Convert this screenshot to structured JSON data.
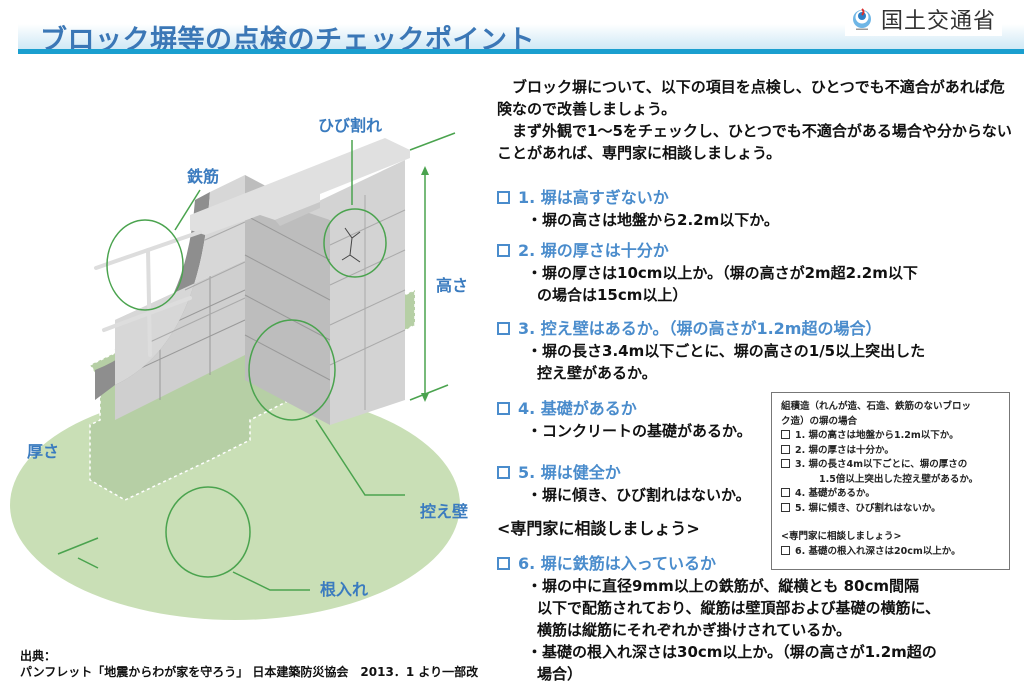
{
  "header": {
    "title": "ブロック塀等の点検のチェックポイント",
    "ministry_name": "国土交通省",
    "colors": {
      "title": "#3b77b6",
      "underline": "#1a9fcf",
      "accent": "#4a8ccc"
    }
  },
  "illustration": {
    "labels": {
      "rebar": "鉄筋",
      "crack": "ひび割れ",
      "height": "高さ",
      "thickness": "厚さ",
      "buttress": "控え壁",
      "embedment": "根入れ"
    }
  },
  "intro": {
    "para1": "ブロック塀について、以下の項目を点検し、ひとつでも不適合があれば危険なので改善しましょう。",
    "para2": "まず外観で1～5をチェックし、ひとつでも不適合がある場合や分からないことがあれば、専門家に相談しましょう。"
  },
  "checklist": [
    {
      "head": "1. 塀は高すぎないか",
      "bullets": [
        {
          "line1": "・塀の高さは地盤から2.2m以下か。",
          "line2": ""
        }
      ]
    },
    {
      "head": "2. 塀の厚さは十分か",
      "bullets": [
        {
          "line1": "・塀の厚さは10cm以上か。（塀の高さが2m超2.2m以下",
          "line2": "の場合は15cm以上）"
        }
      ]
    },
    {
      "head": "3. 控え壁はあるか。（塀の高さが1.2m超の場合）",
      "bullets": [
        {
          "line1": "・塀の長さ3.4m以下ごとに、塀の高さの1/5以上突出した",
          "line2": "控え壁があるか。"
        }
      ]
    },
    {
      "head": "4. 基礎があるか",
      "bullets": [
        {
          "line1": "・コンクリートの基礎があるか。",
          "line2": ""
        }
      ]
    },
    {
      "head": "5. 塀は健全か",
      "bullets": [
        {
          "line1": "・塀に傾き、ひび割れはないか。",
          "line2": ""
        }
      ]
    },
    {
      "head": "6. 塀に鉄筋は入っているか",
      "bullets": [
        {
          "line1": "・塀の中に直径9mm以上の鉄筋が、縦横とも 80cm間隔",
          "line2": "以下で配筋されており、縦筋は壁頂部および基礎の横筋に、",
          "line3": "横筋は縦筋にそれぞれかぎ掛けされているか。"
        },
        {
          "line1": "・基礎の根入れ深さは30cm以上か。（塀の高さが1.2m超の",
          "line2": "場合）"
        }
      ]
    }
  ],
  "consult_label": "<専門家に相談しましょう>",
  "side_box": {
    "title_line1": "組積造（れんが造、石造、鉄筋のないブロッ",
    "title_line2": "ク造）の塀の場合",
    "items": [
      "1. 塀の高さは地盤から1.2m以下か。",
      "2. 塀の厚さは十分か。",
      "3. 塀の長さ4m以下ごとに、塀の厚さの",
      "1.5倍以上突出した控え壁があるか。",
      "4. 基礎があるか。",
      "5. 塀に傾き、ひび割れはないか。"
    ],
    "consult": "<専門家に相談しましょう>",
    "item6": "6. 基礎の根入れ深さは20cm以上か。"
  },
  "source": {
    "label": "出典：",
    "text": "パンフレット「地震からわが家を守ろう」 日本建築防災協会　2013．1 より一部改"
  }
}
